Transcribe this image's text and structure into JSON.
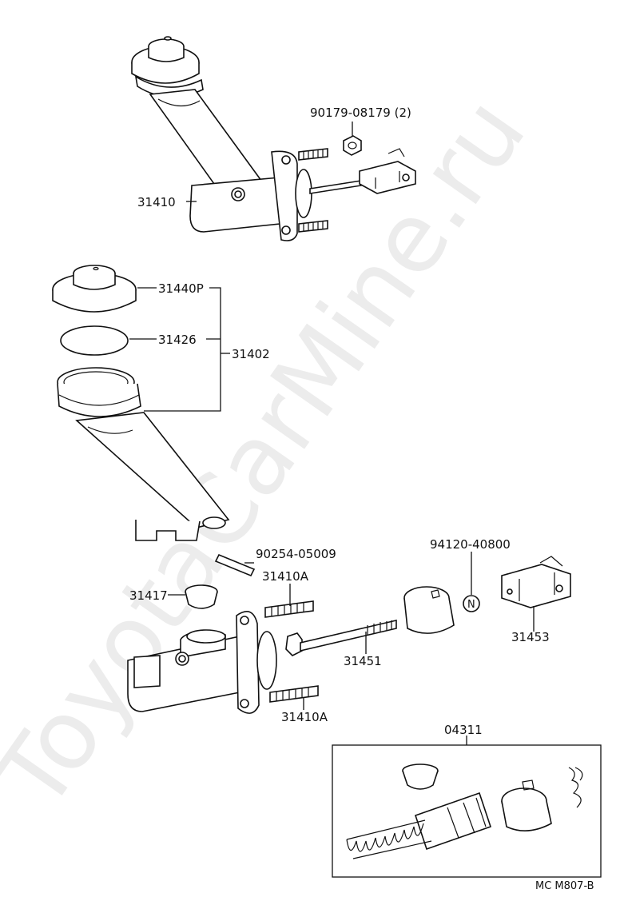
{
  "watermark": "ToyotaCarMine.ru",
  "diagram_code": "MC M807-B",
  "labels": {
    "p90179": "90179-08179 (2)",
    "p31410": "31410",
    "p31440P": "31440P",
    "p31426": "31426",
    "p31402": "31402",
    "p90254": "90254-05009",
    "p31410A_top": "31410A",
    "p31417": "31417",
    "p94120": "94120-40800",
    "p31453": "31453",
    "p31451": "31451",
    "p31410A_bottom": "31410A",
    "p04311": "04311"
  },
  "colors": {
    "line": "#111111",
    "watermark": "#ececec"
  }
}
